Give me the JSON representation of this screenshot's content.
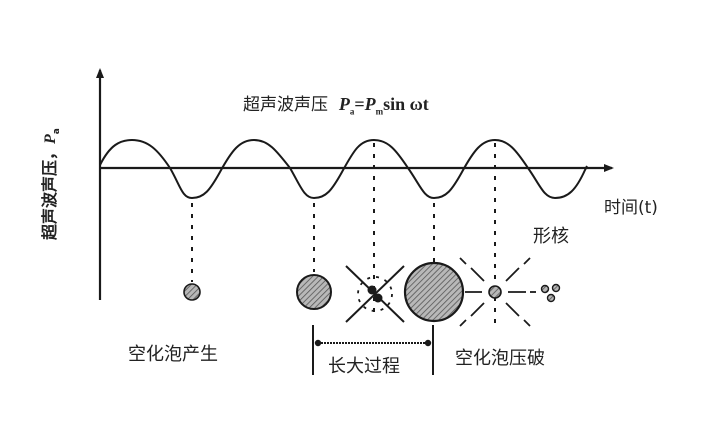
{
  "diagram": {
    "title_text": "超声波声压",
    "formula": {
      "lhs": "P",
      "lhs_sub": "a",
      "equals": "=",
      "rhs": "P",
      "rhs_sub": "m",
      "rest": "sin ωt"
    },
    "y_axis_label": "超声波声压，",
    "y_axis_symbol": "P",
    "y_axis_symbol_sub": "a",
    "x_axis_label": "时间(t)",
    "stages": [
      {
        "id": "generation",
        "label": "空化泡产生"
      },
      {
        "id": "growth",
        "label": "长大过程"
      },
      {
        "id": "collapse",
        "label": "空化泡压破"
      },
      {
        "id": "nucleation",
        "label": "形核"
      }
    ],
    "colors": {
      "line": "#1a1a1a",
      "bubble_fill": "#9a9a9a",
      "background": "#ffffff"
    },
    "wave": {
      "type": "sine",
      "peaks_x": [
        132,
        254,
        374,
        495
      ],
      "troughs_x": [
        192,
        314,
        434,
        555
      ]
    }
  }
}
